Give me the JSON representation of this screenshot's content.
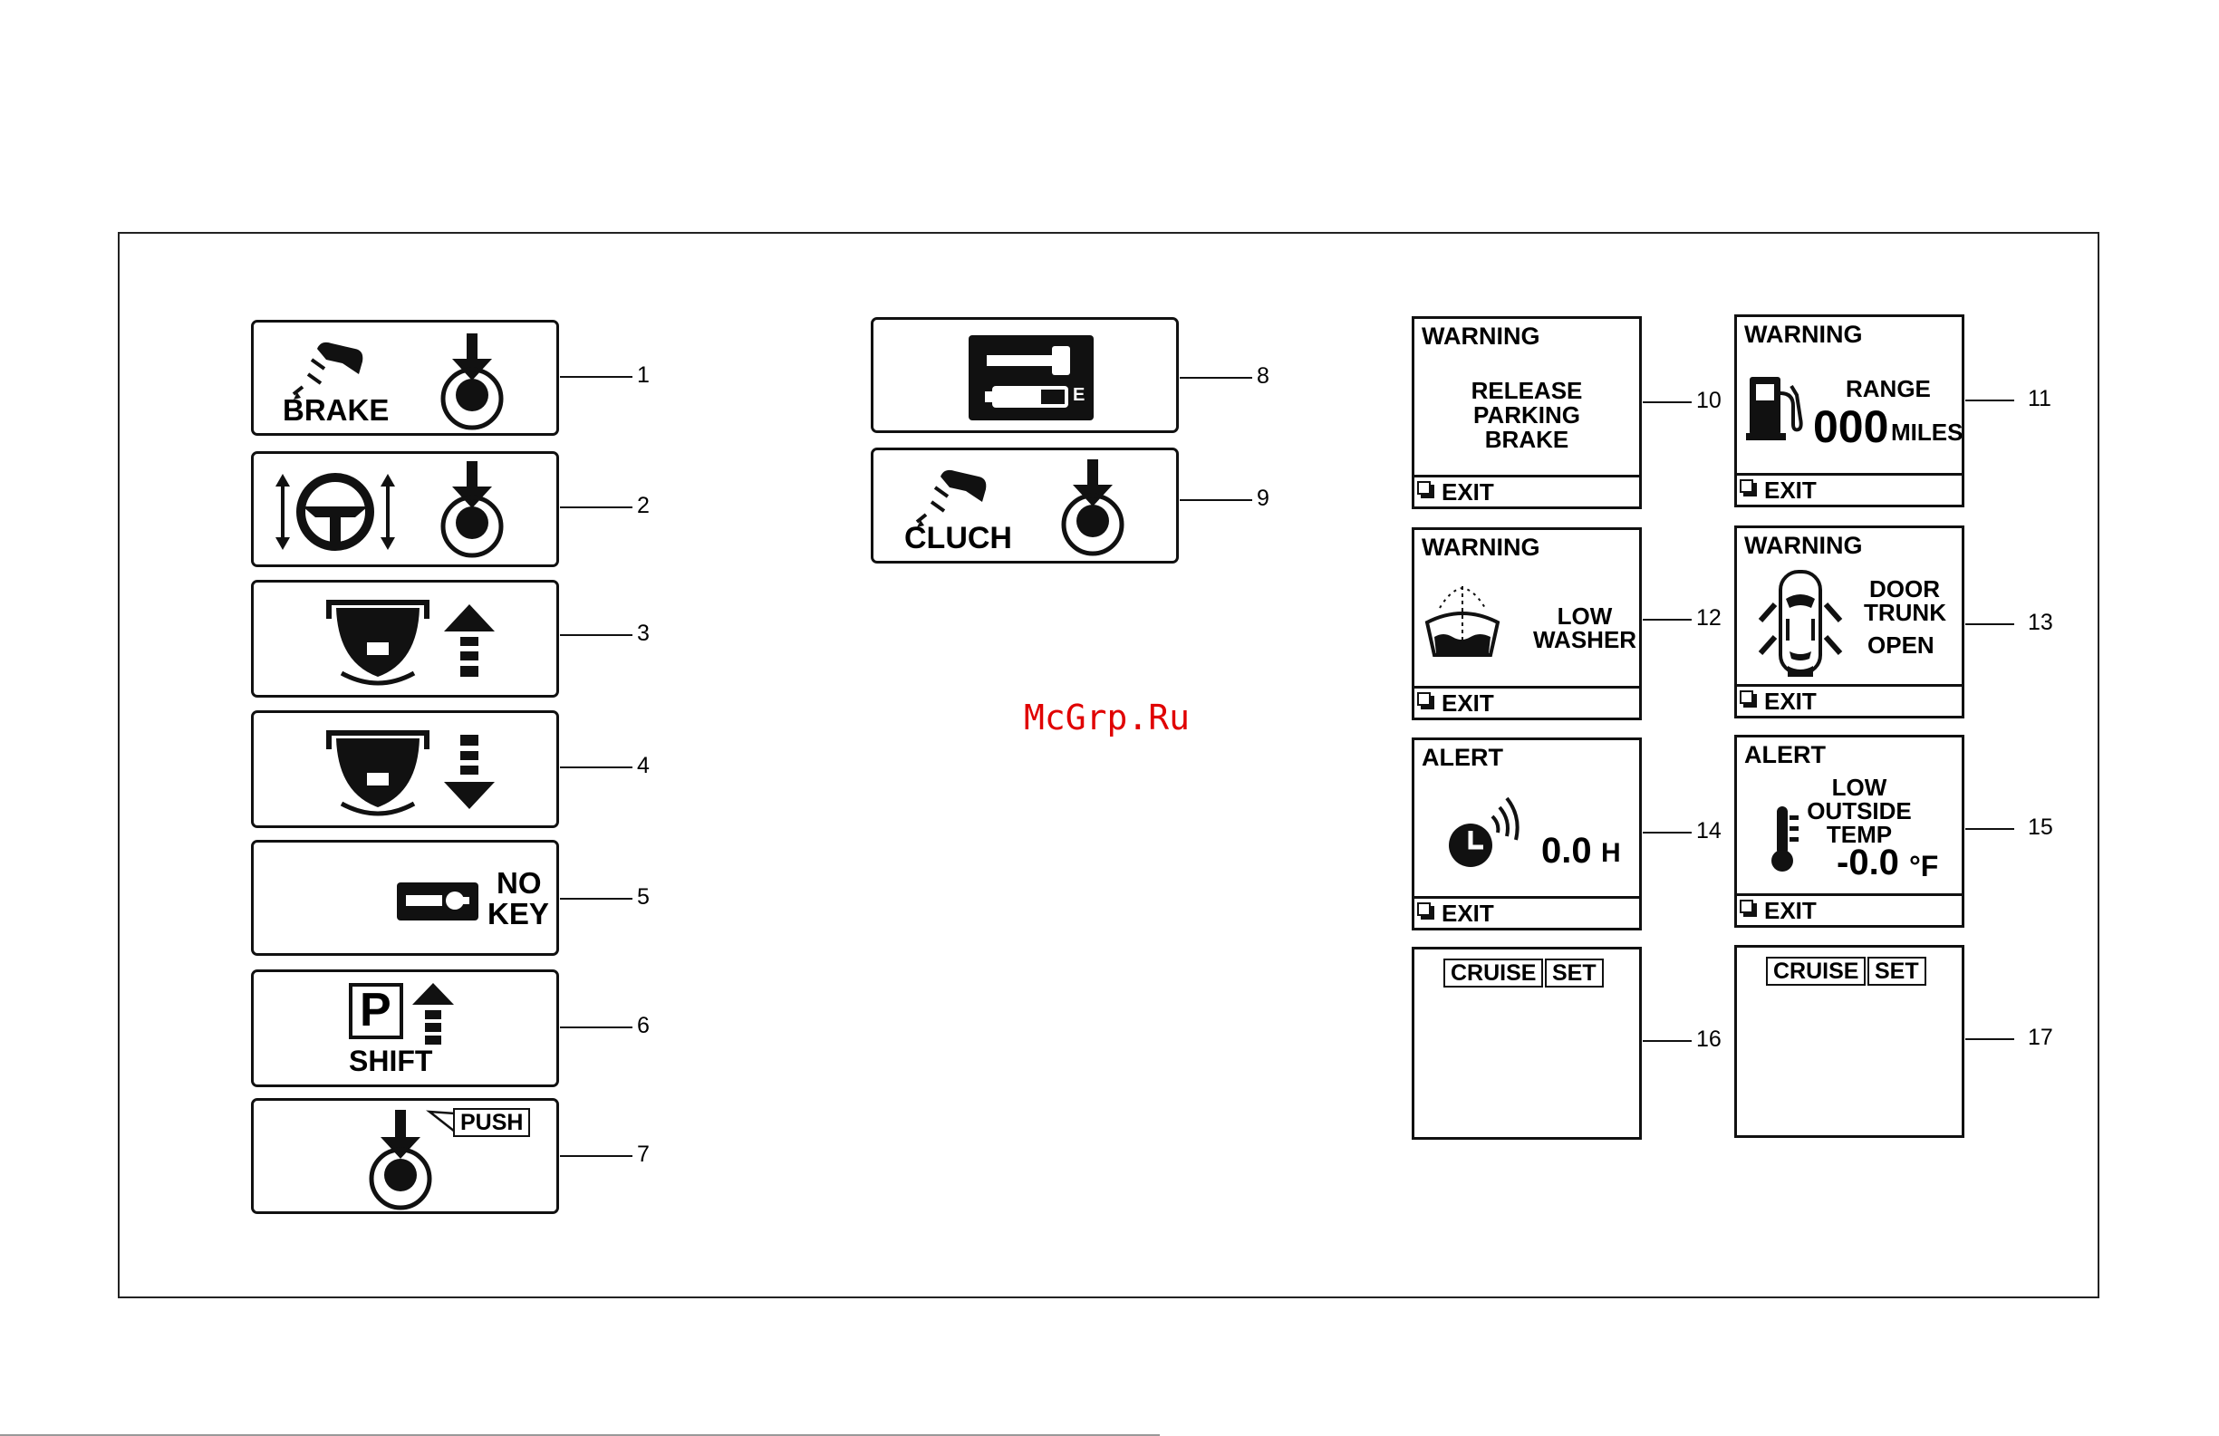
{
  "indicators": {
    "brake": {
      "label": "BRAKE",
      "number": "1"
    },
    "steering": {
      "number": "2"
    },
    "shift_up": {
      "number": "3"
    },
    "shift_down": {
      "number": "4"
    },
    "no_key": {
      "line1": "NO",
      "line2": "KEY",
      "number": "5"
    },
    "shift_park": {
      "park_letter": "P",
      "label": "SHIFT",
      "number": "6"
    },
    "push": {
      "label": "PUSH",
      "number": "7"
    },
    "key_battery": {
      "letter": "E",
      "number": "8"
    },
    "clutch": {
      "label": "CLUCH",
      "number": "9"
    }
  },
  "displays": {
    "release_brake": {
      "header": "WARNING",
      "lines": [
        "RELEASE",
        "PARKING",
        "BRAKE"
      ],
      "exit": "EXIT",
      "number": "10"
    },
    "range": {
      "header": "WARNING",
      "label": "RANGE",
      "value": "000",
      "unit": "MILES",
      "exit": "EXIT",
      "number": "11"
    },
    "washer": {
      "header": "WARNING",
      "lines": [
        "LOW",
        "WASHER"
      ],
      "exit": "EXIT",
      "number": "12"
    },
    "door": {
      "header": "WARNING",
      "lines": [
        "DOOR",
        "TRUNK",
        "OPEN"
      ],
      "exit": "EXIT",
      "number": "13"
    },
    "timer": {
      "header": "ALERT",
      "value": "0.0",
      "unit": "H",
      "exit": "EXIT",
      "number": "14"
    },
    "temp": {
      "header": "ALERT",
      "lines": [
        "LOW",
        "OUTSIDE",
        "TEMP"
      ],
      "value": "-0.0",
      "unit": "°F",
      "exit": "EXIT",
      "number": "15"
    },
    "cruise_a": {
      "tag1": "CRUISE",
      "tag2": "SET",
      "number": "16"
    },
    "cruise_b": {
      "tag1": "CRUISE",
      "tag2": "SET",
      "number": "17"
    }
  },
  "watermark": "McGrp.Ru"
}
